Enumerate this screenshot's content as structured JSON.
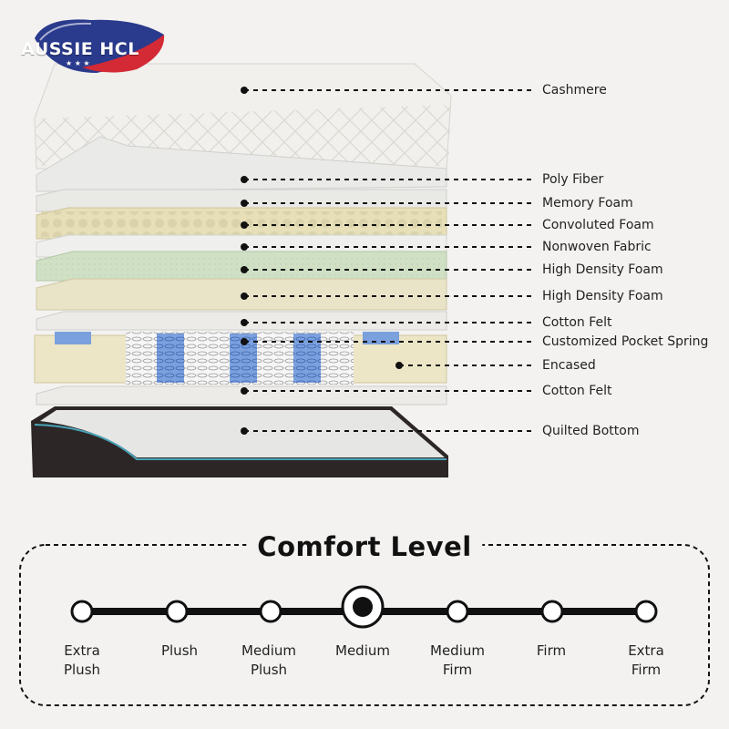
{
  "brand": {
    "logo_text": "AUSSIE HCL"
  },
  "layers": [
    {
      "label": "Cashmere"
    },
    {
      "label": "Poly Fiber"
    },
    {
      "label": "Memory Foam"
    },
    {
      "label": "Convoluted Foam"
    },
    {
      "label": "Nonwoven Fabric"
    },
    {
      "label": "High Density Foam"
    },
    {
      "label": "High Density Foam"
    },
    {
      "label": "Cotton Felt"
    },
    {
      "label": "Customized Pocket Spring"
    },
    {
      "label": "Encased"
    },
    {
      "label": "Cotton Felt"
    },
    {
      "label": "Quilted Bottom"
    }
  ],
  "comfort": {
    "title": "Comfort Level",
    "levels": [
      {
        "label": "Extra\nPlush"
      },
      {
        "label": "Plush"
      },
      {
        "label": "Medium\nPlush"
      },
      {
        "label": "Medium"
      },
      {
        "label": "Medium\nFirm"
      },
      {
        "label": "Firm"
      },
      {
        "label": "Extra\nFirm"
      }
    ],
    "selected": "Medium"
  },
  "colors": {
    "background": "#f3f2f0",
    "logo_blue": "#2a3a8c",
    "logo_red": "#d32a35",
    "foam_cream": "#e8e2c4",
    "foam_green": "#cfe0c4",
    "spring_blue": "#6d95d6",
    "bottom_dark": "#2c2626",
    "scale_line": "#111111"
  }
}
